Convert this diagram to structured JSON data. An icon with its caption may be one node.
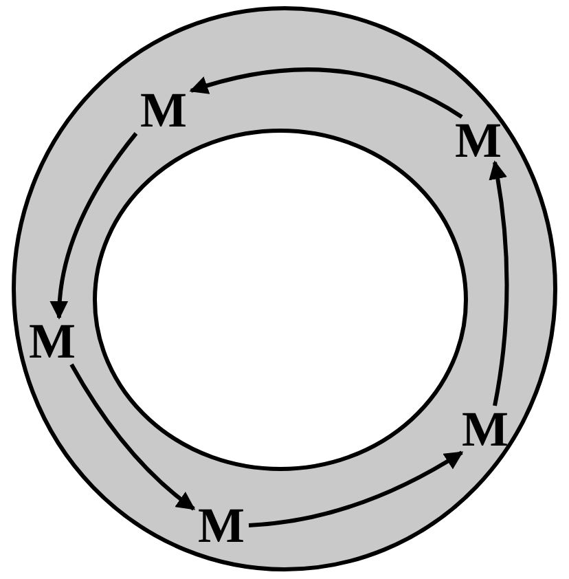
{
  "diagram": {
    "nodes": [
      {
        "text": [
          "M"
        ]
      },
      {
        "text": [
          "M"
        ]
      },
      {
        "text": [
          "M"
        ]
      },
      {
        "text": [
          "M"
        ]
      },
      {
        "text": [
          "M"
        ]
      }
    ],
    "edges": [
      {
        "from": 1,
        "to": 0,
        "arrow": "to"
      },
      {
        "from": 0,
        "to": 2,
        "arrow": "to"
      },
      {
        "from": 2,
        "to": 4,
        "arrow": "to"
      },
      {
        "from": 4,
        "to": 3,
        "arrow": "to"
      },
      {
        "from": 3,
        "to": 1,
        "arrow": "to"
      }
    ]
  }
}
